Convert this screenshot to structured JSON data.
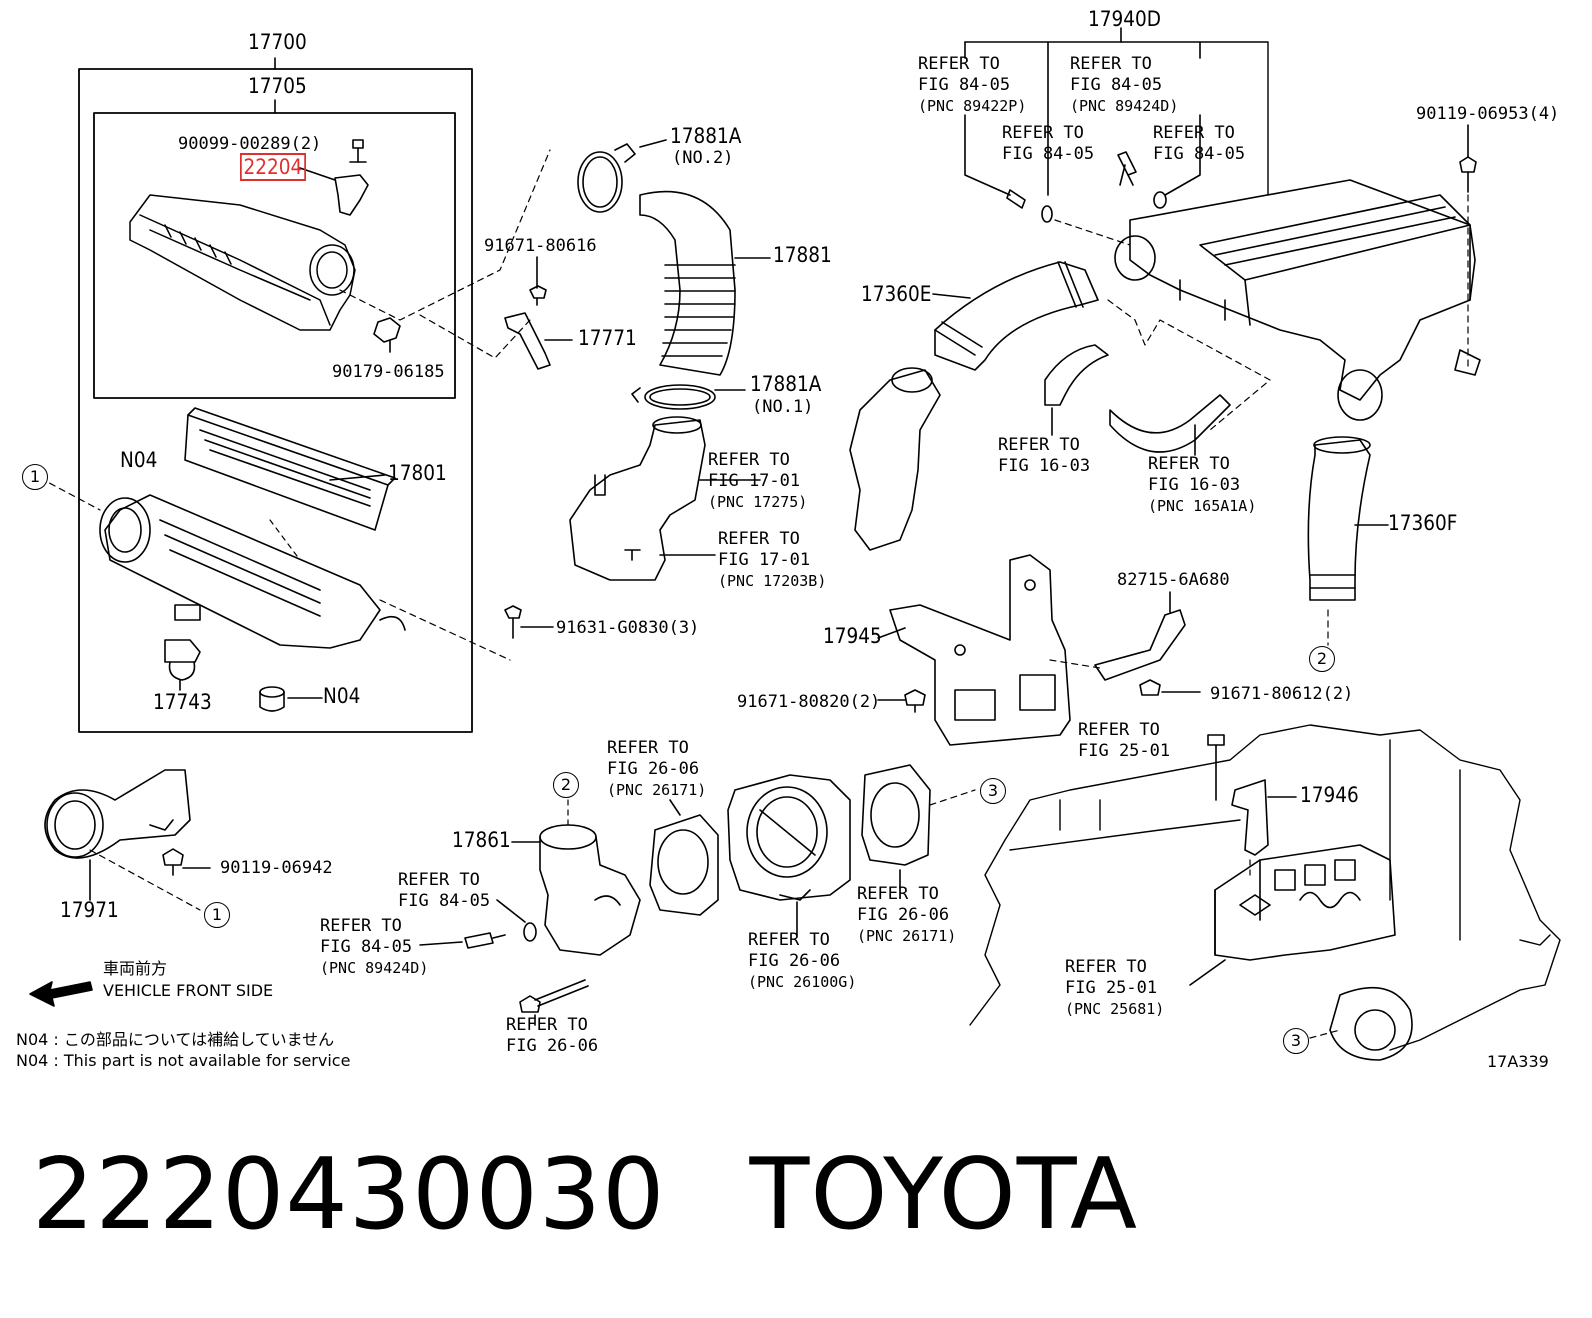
{
  "part_numbers": {
    "p17700": "17700",
    "p17705": "17705",
    "p90099": "90099-00289(2)",
    "p22204": "22204",
    "p90179": "90179-06185",
    "p17881A_top": "17881A",
    "p17881A_top_sub": "(NO.2)",
    "p17881": "17881",
    "p91671_80616": "91671-80616",
    "p17771": "17771",
    "p17881A_bot": "17881A",
    "p17881A_bot_sub": "(NO.1)",
    "p17801": "17801",
    "pN04_top": "N04",
    "pN04_bot": "N04",
    "p17743": "17743",
    "p91631": "91631-G0830(3)",
    "p17940D": "17940D",
    "p90119_06953": "90119-06953(4)",
    "p17360E": "17360E",
    "p17360F": "17360F",
    "p82715": "82715-6A680",
    "p17945": "17945",
    "p91671_80820": "91671-80820(2)",
    "p91671_80612": "91671-80612(2)",
    "p17946": "17946",
    "p17861": "17861",
    "p17971": "17971",
    "p90119_06942": "90119-06942",
    "p17A339": "17A339"
  },
  "refs": {
    "r1": {
      "l1": "REFER TO",
      "l2": "FIG 84-05",
      "l3": "(PNC 89422P)"
    },
    "r2": {
      "l1": "REFER TO",
      "l2": "FIG 84-05",
      "l3": "(PNC 89424D)"
    },
    "r3": {
      "l1": "REFER TO",
      "l2": "FIG 84-05"
    },
    "r4": {
      "l1": "REFER TO",
      "l2": "FIG 84-05"
    },
    "r5": {
      "l1": "REFER TO",
      "l2": "FIG 17-01",
      "l3": "(PNC 17275)"
    },
    "r6": {
      "l1": "REFER TO",
      "l2": "FIG 17-01",
      "l3": "(PNC 17203B)"
    },
    "r7": {
      "l1": "REFER TO",
      "l2": "FIG 16-03"
    },
    "r8": {
      "l1": "REFER TO",
      "l2": "FIG 16-03",
      "l3": "(PNC 165A1A)"
    },
    "r9": {
      "l1": "REFER TO",
      "l2": "FIG 25-01"
    },
    "r10": {
      "l1": "REFER TO",
      "l2": "FIG 26-06",
      "l3": "(PNC 26171)"
    },
    "r11": {
      "l1": "REFER TO",
      "l2": "FIG 26-06",
      "l3": "(PNC 26171)"
    },
    "r12": {
      "l1": "REFER TO",
      "l2": "FIG 84-05"
    },
    "r13": {
      "l1": "REFER TO",
      "l2": "FIG 84-05",
      "l3": "(PNC 89424D)"
    },
    "r14": {
      "l1": "REFER TO",
      "l2": "FIG 26-06",
      "l3": "(PNC 26100G)"
    },
    "r15": {
      "l1": "REFER TO",
      "l2": "FIG 26-06"
    },
    "r16": {
      "l1": "REFER TO",
      "l2": "FIG 25-01",
      "l3": "(PNC 25681)"
    }
  },
  "circles": {
    "c1": "1",
    "c2": "2",
    "c3": "3"
  },
  "front": {
    "jp": "車両前方",
    "en": "VEHICLE FRONT SIDE"
  },
  "notes": {
    "jp": "N04 : この部品については補給していません",
    "en": "N04 : This part is not available for service"
  },
  "footer": {
    "part": "2220430030",
    "brand": "TOYOTA"
  },
  "colors": {
    "highlight": "#e0302e",
    "ink": "#000000"
  }
}
